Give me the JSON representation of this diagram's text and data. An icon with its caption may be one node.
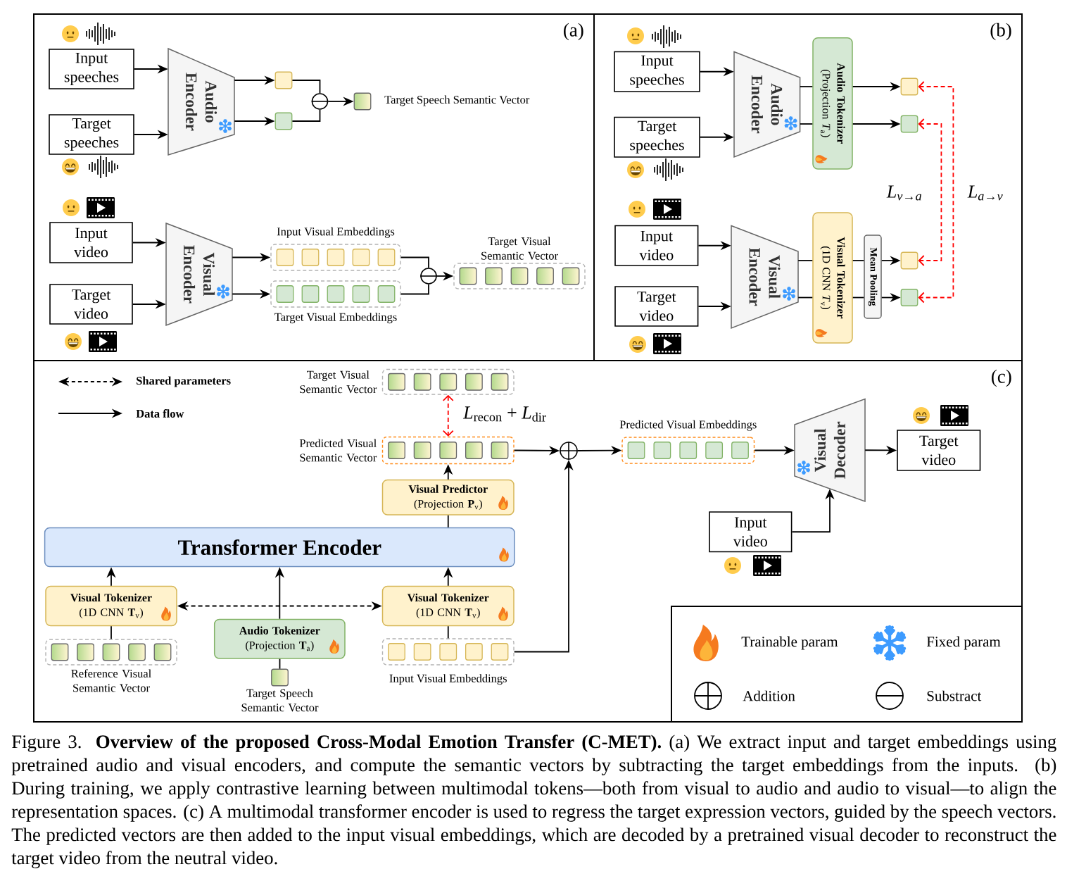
{
  "diagram": {
    "caption": "Figure 3. **Overview of the proposed Cross-Modal Emotion Transfer (C-MET).** (a) We extract input and target embeddings using pretrained audio and visual encoders, and compute the semantic vectors by subtracting the target embeddings from the inputs. (b) During training, we apply contrastive learning between multimodal tokens—both from visual to audio and audio to visual—to align the representation spaces. (c) A multimodal transformer encoder is used to regress the target expression vectors, guided by the speech vectors. The predicted vectors are then added to the input visual embeddings, which are decoded by a pretrained visual decoder to reconstruct the target video from the neutral video.",
    "nodes": [
      {
        "text": [
          "(a)"
        ]
      },
      {
        "text": [
          "(b)"
        ]
      },
      {
        "text": [
          "(c)"
        ]
      },
      {
        "text": [
          "Input speeches"
        ],
        "in": 0
      },
      {
        "text": [
          "Target speeches"
        ],
        "in": 0
      },
      {
        "text": [
          "Audio Encoder"
        ],
        "in": 0
      },
      {
        "text": [],
        "shape": "box",
        "in": 0
      },
      {
        "text": [],
        "shape": "box",
        "in": 0
      },
      {
        "text": [],
        "shape": "circle",
        "in": 0
      },
      {
        "text": [],
        "shape": "box",
        "in": 0,
        "beside": [
          "Target Speech Semantic Vector"
        ]
      },
      {
        "text": [
          "Input video"
        ],
        "in": 0
      },
      {
        "text": [
          "Target video"
        ],
        "in": 0
      },
      {
        "text": [
          "Visual Encoder"
        ],
        "in": 0
      },
      {
        "text": [
          "Input Visual Embeddings"
        ],
        "in": 0
      },
      {
        "text": [],
        "shape": "box",
        "in": 13
      },
      {
        "text": [],
        "shape": "box",
        "in": 13
      },
      {
        "text": [],
        "shape": "box",
        "in": 13
      },
      {
        "text": [],
        "shape": "box",
        "in": 13
      },
      {
        "text": [],
        "shape": "box",
        "in": 13
      },
      {
        "text": [
          "Target Visual Embeddings"
        ],
        "in": 0
      },
      {
        "text": [],
        "shape": "box",
        "in": 19
      },
      {
        "text": [],
        "shape": "box",
        "in": 19
      },
      {
        "text": [],
        "shape": "box",
        "in": 19
      },
      {
        "text": [],
        "shape": "box",
        "in": 19
      },
      {
        "text": [],
        "shape": "box",
        "in": 19
      },
      {
        "text": [],
        "shape": "circle",
        "in": 0
      },
      {
        "text": [
          "Target Visual Semantic Vector"
        ],
        "in": 0
      },
      {
        "text": [],
        "shape": "box",
        "in": 26
      },
      {
        "text": [],
        "shape": "box",
        "in": 26
      },
      {
        "text": [],
        "shape": "box",
        "in": 26
      },
      {
        "text": [],
        "shape": "box",
        "in": 26
      },
      {
        "text": [],
        "shape": "box",
        "in": 26
      },
      {
        "text": [
          "Input speeches"
        ],
        "in": 1
      },
      {
        "text": [
          "Target speeches"
        ],
        "in": 1
      },
      {
        "text": [
          "Audio Encoder"
        ],
        "in": 1
      },
      {
        "text": [
          "Audio Tokenizer",
          "(Projection *T*$_{a}$)"
        ],
        "in": 1
      },
      {
        "text": [],
        "shape": "box",
        "in": 1
      },
      {
        "text": [],
        "shape": "box",
        "in": 1
      },
      {
        "text": [
          "Input video"
        ],
        "in": 1
      },
      {
        "text": [
          "Target video"
        ],
        "in": 1
      },
      {
        "text": [
          "Visual Encoder"
        ],
        "in": 1
      },
      {
        "text": [
          "Visual Tokenizer",
          "(1D CNN *T*$_{v}$)"
        ],
        "in": 1
      },
      {
        "text": [
          "Mean Pooling"
        ],
        "in": 1
      },
      {
        "text": [],
        "shape": "box",
        "in": 1
      },
      {
        "text": [],
        "shape": "box",
        "in": 1
      },
      {
        "text": [
          "Target Visual Semantic Vector"
        ],
        "in": 2
      },
      {
        "text": [],
        "shape": "box",
        "in": 45
      },
      {
        "text": [],
        "shape": "box",
        "in": 45
      },
      {
        "text": [],
        "shape": "box",
        "in": 45
      },
      {
        "text": [],
        "shape": "box",
        "in": 45
      },
      {
        "text": [],
        "shape": "box",
        "in": 45
      },
      {
        "text": [
          "Predicted Visual Semantic Vector"
        ],
        "in": 2
      },
      {
        "text": [],
        "shape": "box",
        "in": 51
      },
      {
        "text": [],
        "shape": "box",
        "in": 51
      },
      {
        "text": [],
        "shape": "box",
        "in": 51
      },
      {
        "text": [],
        "shape": "box",
        "in": 51
      },
      {
        "text": [],
        "shape": "box",
        "in": 51
      },
      {
        "text": [],
        "shape": "circle",
        "in": 2
      },
      {
        "text": [
          "Predicted Visual Embeddings"
        ],
        "in": 2
      },
      {
        "text": [],
        "shape": "box",
        "in": 58
      },
      {
        "text": [],
        "shape": "box",
        "in": 58
      },
      {
        "text": [],
        "shape": "box",
        "in": 58
      },
      {
        "text": [],
        "shape": "box",
        "in": 58
      },
      {
        "text": [],
        "shape": "box",
        "in": 58
      },
      {
        "text": [
          "Visual Decoder"
        ],
        "in": 2
      },
      {
        "text": [
          "Target video"
        ],
        "in": 2
      },
      {
        "text": [
          "Visual Predictor",
          "(Projection **P**$_{v}$)"
        ],
        "in": 2
      },
      {
        "text": [
          "Transformer Encoder"
        ],
        "in": 2
      },
      {
        "text": [
          "Input video"
        ],
        "in": 2
      },
      {
        "text": [
          "Visual Tokenizer",
          "(1D CNN **T**$_{v}$)"
        ],
        "in": 2
      },
      {
        "text": [
          "Visual Tokenizer",
          "(1D CNN **T**$_{v}$)"
        ],
        "in": 2
      },
      {
        "text": [
          "Reference Visual Semantic Vector"
        ],
        "in": 2
      },
      {
        "text": [],
        "shape": "box",
        "in": 71
      },
      {
        "text": [],
        "shape": "box",
        "in": 71
      },
      {
        "text": [],
        "shape": "box",
        "in": 71
      },
      {
        "text": [],
        "shape": "box",
        "in": 71
      },
      {
        "text": [],
        "shape": "box",
        "in": 71
      },
      {
        "text": [
          "Audio Tokenizer",
          "(Projection **T**$_{a}$)"
        ],
        "in": 2
      },
      {
        "text": [
          "Input Visual Embeddings"
        ],
        "in": 2
      },
      {
        "text": [],
        "shape": "box",
        "in": 78
      },
      {
        "text": [],
        "shape": "box",
        "in": 78
      },
      {
        "text": [],
        "shape": "box",
        "in": 78
      },
      {
        "text": [],
        "shape": "box",
        "in": 78
      },
      {
        "text": [],
        "shape": "box",
        "in": 78
      },
      {
        "text": [],
        "shape": "box",
        "in": 2,
        "beside": [
          "Target Speech Semantic Vector"
        ]
      }
    ],
    "edges": [
      {
        "from": 3,
        "to": 5,
        "arrow": "to"
      },
      {
        "from": 4,
        "to": 5,
        "arrow": "to"
      },
      {
        "from": 5,
        "to": 6,
        "arrow": "to"
      },
      {
        "from": 5,
        "to": 7,
        "arrow": "to"
      },
      {
        "from": 6,
        "to": 8,
        "arrow": "none"
      },
      {
        "from": 7,
        "to": 8,
        "arrow": "none"
      },
      {
        "from": 8,
        "to": 9,
        "arrow": "to"
      },
      {
        "from": 10,
        "to": 12,
        "arrow": "to"
      },
      {
        "from": 11,
        "to": 12,
        "arrow": "to"
      },
      {
        "from": 12,
        "to": 13,
        "arrow": "to"
      },
      {
        "from": 12,
        "to": 19,
        "arrow": "to"
      },
      {
        "from": 13,
        "to": 25,
        "arrow": "none"
      },
      {
        "from": 19,
        "to": 25,
        "arrow": "none"
      },
      {
        "from": 25,
        "to": 26,
        "arrow": "to"
      },
      {
        "from": 32,
        "to": 34,
        "arrow": "to"
      },
      {
        "from": 33,
        "to": 34,
        "arrow": "to"
      },
      {
        "from": 34,
        "to": 35,
        "arrow": "none"
      },
      {
        "from": 34,
        "to": 35,
        "arrow": "none"
      },
      {
        "from": 35,
        "to": 36,
        "arrow": "to"
      },
      {
        "from": 35,
        "to": 37,
        "arrow": "to"
      },
      {
        "from": 38,
        "to": 40,
        "arrow": "to"
      },
      {
        "from": 39,
        "to": 40,
        "arrow": "to"
      },
      {
        "from": 40,
        "to": 41,
        "arrow": "none"
      },
      {
        "from": 40,
        "to": 41,
        "arrow": "none"
      },
      {
        "from": 41,
        "to": 42,
        "arrow": "none"
      },
      {
        "from": 41,
        "to": 42,
        "arrow": "none"
      },
      {
        "from": 42,
        "to": 43,
        "arrow": "to"
      },
      {
        "from": 42,
        "to": 44,
        "arrow": "to"
      },
      {
        "from": 37,
        "to": 43,
        "arrow": "both",
        "style": "dashed",
        "color": "#ff0000",
        "label": "L$_{v→a}$"
      },
      {
        "from": 36,
        "to": 44,
        "arrow": "both",
        "style": "dashed",
        "color": "#ff0000",
        "label": "L$_{a→v}$"
      },
      {
        "from": 45,
        "to": 51,
        "arrow": "both",
        "style": "dashed",
        "color": "#ff0000",
        "label": "*L*$_{recon}$ + *L*$_{dir}$"
      },
      {
        "from": 66,
        "to": 51,
        "arrow": "to"
      },
      {
        "from": 67,
        "to": 66,
        "arrow": "none"
      },
      {
        "from": 69,
        "to": 67,
        "arrow": "to"
      },
      {
        "from": 77,
        "to": 67,
        "arrow": "to"
      },
      {
        "from": 70,
        "to": 67,
        "arrow": "to"
      },
      {
        "from": 69,
        "to": 70,
        "arrow": "both",
        "style": "dashed"
      },
      {
        "from": 71,
        "to": 69,
        "arrow": "none"
      },
      {
        "from": 84,
        "to": 77,
        "arrow": "none"
      },
      {
        "from": 78,
        "to": 70,
        "arrow": "none"
      },
      {
        "from": 51,
        "to": 57,
        "arrow": "to"
      },
      {
        "from": 78,
        "to": 57,
        "arrow": "to"
      },
      {
        "from": 57,
        "to": 58,
        "arrow": "to"
      },
      {
        "from": 58,
        "to": 64,
        "arrow": "to"
      },
      {
        "from": 64,
        "to": 65,
        "arrow": "to"
      },
      {
        "from": 68,
        "to": 64,
        "arrow": "to"
      }
    ],
    "legend": [
      {
        "text": "Shared parameters"
      },
      {
        "text": "Data flow"
      },
      {
        "text": "Trainable param"
      },
      {
        "text": "Fixed param"
      },
      {
        "text": "Addition"
      },
      {
        "text": "Substract"
      }
    ]
  }
}
